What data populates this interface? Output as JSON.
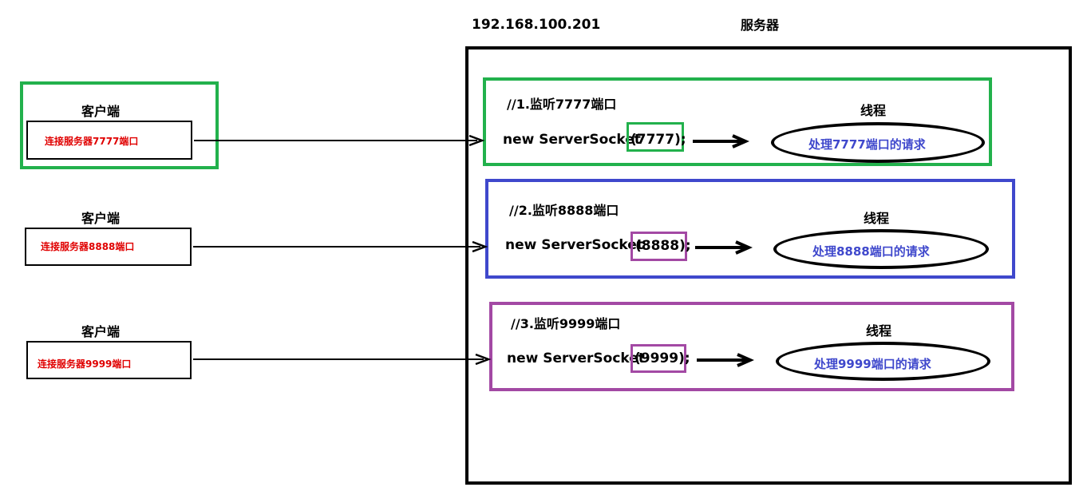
{
  "server": {
    "ip": "192.168.100.201",
    "label": "服务器"
  },
  "clients": [
    {
      "label": "客户端",
      "action": "连接服务器7777端口"
    },
    {
      "label": "客户端",
      "action": "连接服务器8888端口"
    },
    {
      "label": "客户端",
      "action": "连接服务器9999端口"
    }
  ],
  "listeners": [
    {
      "comment": "//1.监听7777端口",
      "code_prefix": "new ServerSocke",
      "code_suffix": "t",
      "port_arg": "(7777);",
      "thread_label": "线程",
      "thread_text": "处理7777端口的请求",
      "color": "#22b14c"
    },
    {
      "comment": "//2.监听8888端口",
      "code_prefix": "new ServerSocket",
      "port_arg": "(8888);",
      "thread_label": "线程",
      "thread_text": "处理8888端口的请求",
      "color": "#3f48cc"
    },
    {
      "comment": "//3.监听9999端口",
      "code_prefix": "new ServerSocket",
      "port_arg": "(9999);",
      "thread_label": "线程",
      "thread_text": "处理9999端口的请求",
      "color": "#a349a4"
    }
  ],
  "colors": {
    "green": "#22b14c",
    "blue": "#3f48cc",
    "purple": "#a349a4",
    "client_text": "#e00000",
    "thread_text": "#3f48cc"
  }
}
